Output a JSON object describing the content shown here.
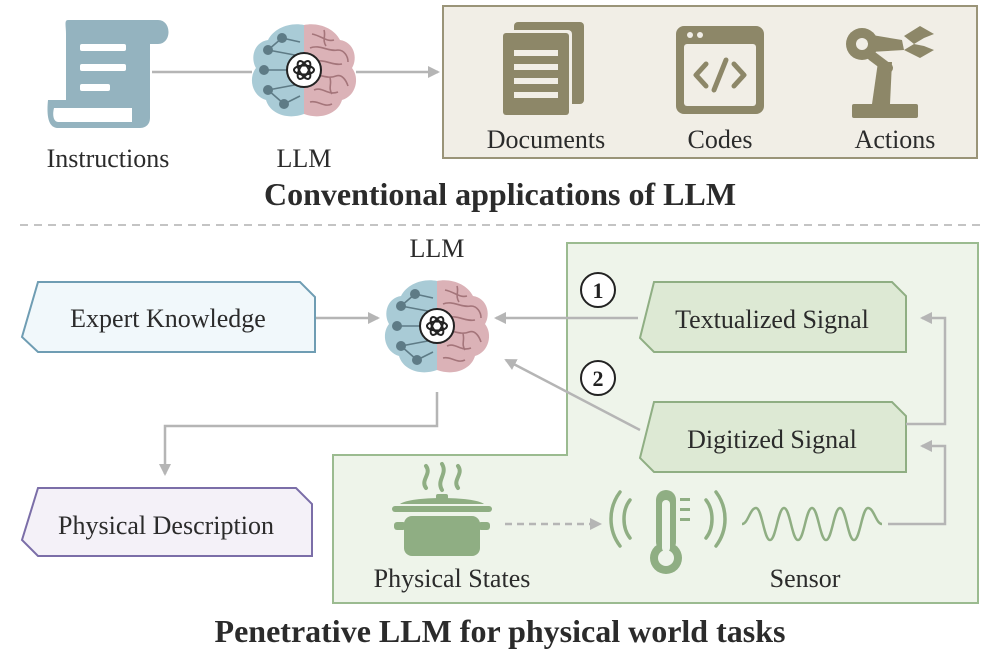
{
  "top": {
    "instructions_label": "Instructions",
    "llm_label": "LLM",
    "outputs": [
      "Documents",
      "Codes",
      "Actions"
    ],
    "caption": "Conventional applications of LLM"
  },
  "bottom": {
    "llm_label": "LLM",
    "expert_knowledge": "Expert Knowledge",
    "physical_description": "Physical Description",
    "textualized_signal": "Textualized Signal",
    "digitized_signal": "Digitized Signal",
    "step_1": "1",
    "step_2": "2",
    "physical_states": "Physical States",
    "sensor": "Sensor",
    "caption": "Penetrative LLM for physical world tasks"
  },
  "colors": {
    "brain_left": "#a9cbd6",
    "brain_right": "#dbb2b7",
    "icon_olive": "#8d8768",
    "scroll_blue": "#94b3bf",
    "output_panel_bg": "#f1eee6",
    "green_panel_bg": "#eef4ea",
    "green_box": "#dde9d4",
    "green_stroke": "#8fae83",
    "expert_box": "#f1f8fb",
    "expert_stroke": "#6f9db3",
    "phys_box": "#f4f1f8",
    "phys_stroke": "#7b6ea8",
    "arrow_gray": "#b5b5b5"
  }
}
